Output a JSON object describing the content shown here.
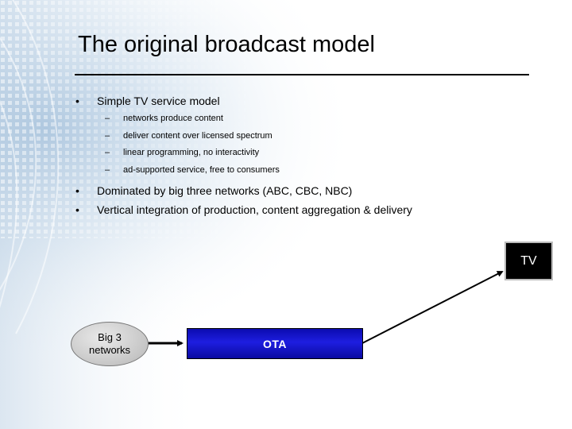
{
  "slide": {
    "title": "The original broadcast model"
  },
  "bullets": [
    {
      "text": "Simple TV service model",
      "sub": [
        "networks produce content",
        "deliver content over licensed spectrum",
        "linear programming, no interactivity",
        "ad-supported service, free to consumers"
      ]
    },
    {
      "text": "Dominated by big three networks (ABC, CBC, NBC)"
    },
    {
      "text": "Vertical integration of production, content aggregation & delivery"
    }
  ],
  "diagram": {
    "source_label": "Big 3\nnetworks",
    "channel_label": "OTA",
    "target_label": "TV"
  },
  "colors": {
    "channel_fill": "#1010c8",
    "target_fill": "#000000",
    "background_accent": "#a9c4dd"
  }
}
